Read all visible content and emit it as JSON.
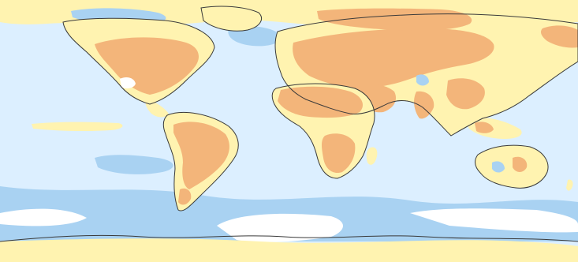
{
  "map": {
    "type": "global-anomaly-map",
    "projection": "equirectangular",
    "labels_visible": false
  },
  "palette": {
    "ocean_light_blue": "#dcefff",
    "blue_medium": "#a9d2f2",
    "white": "#ffffff",
    "yellow_light": "#fff3b0",
    "orange": "#f3b57a",
    "coast_stroke": "#3a3a3a"
  },
  "icons": {
    "map_icon": "world-map"
  }
}
